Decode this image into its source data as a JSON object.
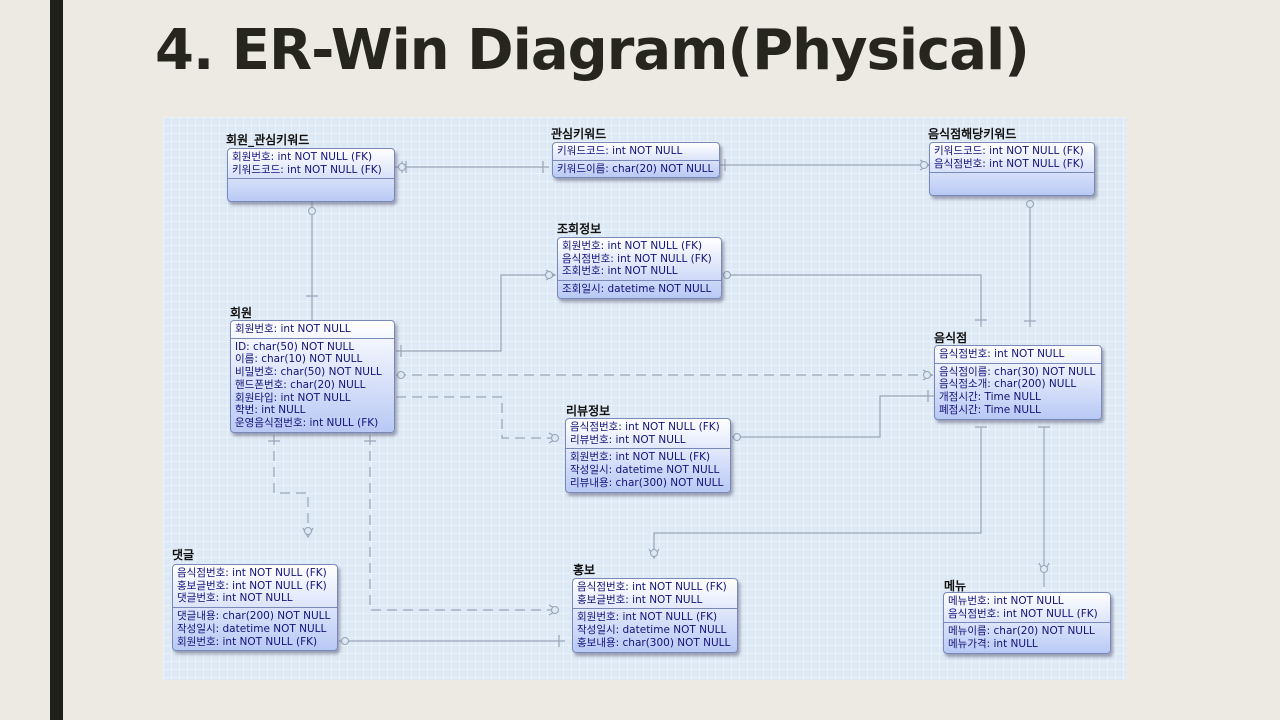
{
  "title": "4. ER-Win Diagram(Physical)",
  "entities": [
    {
      "name": "회원_관심키워드",
      "keys": [
        "회원번호: int NOT NULL (FK)",
        "키워드코드: int NOT NULL (FK)"
      ],
      "attrs": []
    },
    {
      "name": "관심키워드",
      "keys": [
        "키워드코드: int NOT NULL"
      ],
      "attrs": [
        "키워드이름: char(20) NOT NULL"
      ]
    },
    {
      "name": "음식점해당키워드",
      "keys": [
        "키워드코드: int NOT NULL (FK)",
        "음식점번호: int NOT NULL (FK)"
      ],
      "attrs": []
    },
    {
      "name": "조회정보",
      "keys": [
        "회원번호: int NOT NULL (FK)",
        "음식점번호: int NOT NULL (FK)",
        "조회번호: int NOT NULL"
      ],
      "attrs": [
        "조회일시: datetime NOT NULL"
      ]
    },
    {
      "name": "회원",
      "keys": [
        "회원번호: int NOT NULL"
      ],
      "attrs": [
        "ID: char(50) NOT NULL",
        "이름: char(10) NOT NULL",
        "비밀번호: char(50) NOT NULL",
        "핸드폰번호: char(20) NULL",
        "회원타입: int NOT NULL",
        "학번: int NULL",
        "운영음식점번호: int NULL (FK)"
      ]
    },
    {
      "name": "음식점",
      "keys": [
        "음식점번호: int NOT NULL"
      ],
      "attrs": [
        "음식점이름: char(30) NOT NULL",
        "음식점소개: char(200) NULL",
        "개점시간: Time NULL",
        "폐점시간: Time NULL"
      ]
    },
    {
      "name": "리뷰정보",
      "keys": [
        "음식점번호: int NOT NULL (FK)",
        "리뷰번호: int NOT NULL"
      ],
      "attrs": [
        "회원번호: int NOT NULL (FK)",
        "작성일시: datetime NOT NULL",
        "리뷰내용: char(300) NOT NULL"
      ]
    },
    {
      "name": "댓글",
      "keys": [
        "음식점번호: int NOT NULL (FK)",
        "홍보글번호: int NOT NULL (FK)",
        "댓글번호: int NOT NULL"
      ],
      "attrs": [
        "댓글내용: char(200) NOT NULL",
        "작성일시: datetime NOT NULL",
        "회원번호: int NOT NULL (FK)"
      ]
    },
    {
      "name": "홍보",
      "keys": [
        "음식점번호: int NOT NULL (FK)",
        "홍보글번호: int NOT NULL"
      ],
      "attrs": [
        "회원번호: int NOT NULL (FK)",
        "작성일시: datetime NOT NULL",
        "홍보내용: char(300) NOT NULL"
      ]
    },
    {
      "name": "메뉴",
      "keys": [
        "메뉴번호: int NOT NULL",
        "음식점번호: int NOT NULL (FK)"
      ],
      "attrs": [
        "메뉴이름: char(20) NOT NULL",
        "메뉴가격: int NULL"
      ]
    }
  ]
}
